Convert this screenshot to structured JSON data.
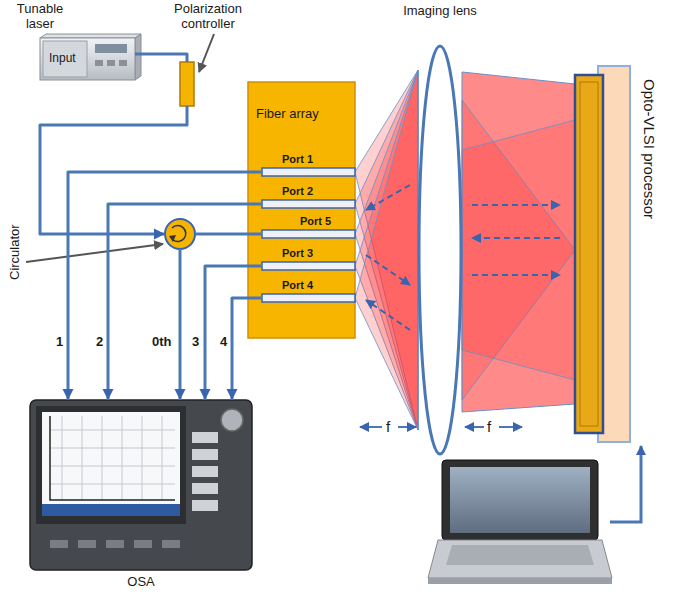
{
  "diagram": {
    "nodes": [
      {
        "text": [
          "Tunable laser",
          "Input"
        ]
      },
      {
        "text": [
          "Polarization controller"
        ]
      },
      {
        "text": [
          "Circulator"
        ]
      },
      {
        "text": [
          "Fiber array"
        ]
      },
      {
        "text": [
          "Port 1"
        ],
        "in": 3
      },
      {
        "text": [
          "Port 2"
        ],
        "in": 3
      },
      {
        "text": [
          "Port 5"
        ],
        "in": 3
      },
      {
        "text": [
          "Port 3"
        ],
        "in": 3
      },
      {
        "text": [
          "Port 4"
        ],
        "in": 3
      },
      {
        "text": [
          "Imaging lens"
        ]
      },
      {
        "text": [
          "Opto-VLSI processor"
        ]
      },
      {
        "text": [
          "OSA"
        ]
      }
    ],
    "edges": [
      {
        "from": 0,
        "to": 1,
        "arrow": "none"
      },
      {
        "from": 1,
        "to": 2,
        "arrow": "to"
      },
      {
        "from": 2,
        "to": 6,
        "arrow": "none"
      },
      {
        "from": 4,
        "to": 11,
        "label": "1",
        "arrow": "to"
      },
      {
        "from": 5,
        "to": 11,
        "label": "2",
        "arrow": "to"
      },
      {
        "from": 2,
        "to": 11,
        "label": "0th",
        "arrow": "to"
      },
      {
        "from": 7,
        "to": 11,
        "label": "3",
        "arrow": "to"
      },
      {
        "from": 8,
        "to": 11,
        "label": "4",
        "arrow": "to"
      }
    ],
    "labels": [
      "f",
      "f"
    ]
  }
}
